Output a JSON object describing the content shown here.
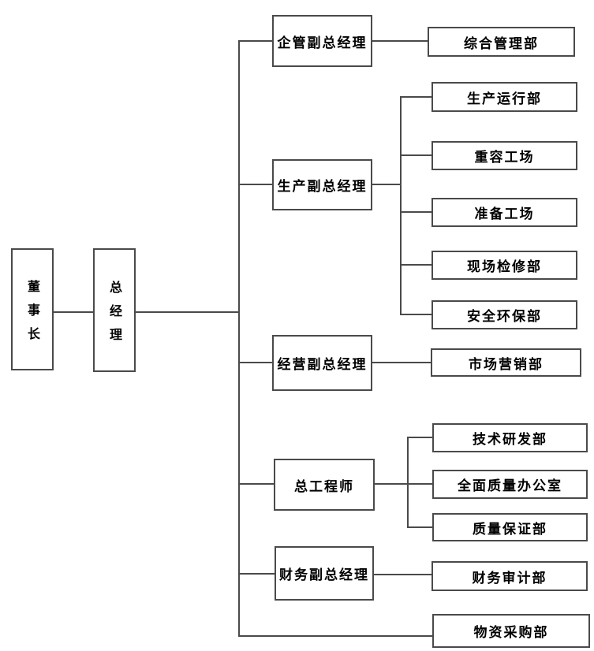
{
  "diagram": {
    "type": "org-chart",
    "nodes": {
      "chairman": "董事长",
      "general_manager": "总经理",
      "executives": [
        {
          "label": "企管副总经理",
          "departments": [
            "综合管理部"
          ]
        },
        {
          "label": "生产副总经理",
          "departments": [
            "生产运行部",
            "重容工场",
            "准备工场",
            "现场检修部",
            "安全环保部"
          ]
        },
        {
          "label": "经营副总经理",
          "departments": [
            "市场营销部"
          ]
        },
        {
          "label": "总工程师",
          "departments": [
            "技术研发部",
            "全面质量办公室",
            "质量保证部"
          ]
        },
        {
          "label": "财务副总经理",
          "departments": [
            "财务审计部"
          ]
        }
      ],
      "direct_departments": [
        "物资采购部"
      ]
    },
    "colors": {
      "background": "#ffffff",
      "line": "#4a4a4a",
      "box_border": "#4a4a4a",
      "text": "#000000"
    }
  }
}
